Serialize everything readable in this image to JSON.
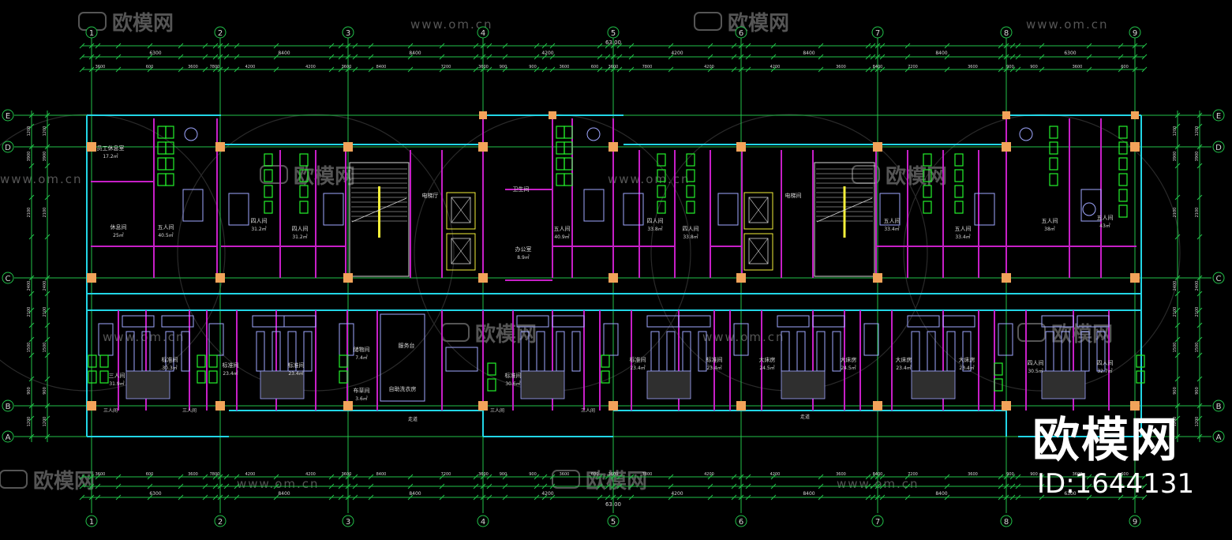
{
  "drawing": {
    "grid_columns": [
      "1",
      "2",
      "3",
      "4",
      "5",
      "6",
      "7",
      "8",
      "9"
    ],
    "grid_rows": [
      "E",
      "D",
      "C",
      "B",
      "A"
    ],
    "top_dims_outer": [
      "6300",
      "8400",
      "8400",
      "8400",
      "6300"
    ],
    "top_dims_inner": [
      "900",
      "3600",
      "600",
      "3600",
      "7800",
      "4200",
      "4200",
      "3600",
      "8400",
      "7200",
      "3600",
      "900"
    ],
    "total_dim": "63.00",
    "left_dims": [
      "1200",
      "3900",
      "2100",
      "2400",
      "2100",
      "1500",
      "900"
    ],
    "rooms_upper": [
      {
        "name": "员工休息室",
        "area": "17.2㎡"
      },
      {
        "name": "休息间",
        "area": "25㎡"
      },
      {
        "name": "五人间",
        "area": "40.5㎡"
      },
      {
        "name": "四人间",
        "area": "31.2㎡"
      },
      {
        "name": "四人间",
        "area": "31.2㎡"
      },
      {
        "name": "电梯厅",
        "area": ""
      },
      {
        "name": "办公室",
        "area": "8.9㎡"
      },
      {
        "name": "卫生间",
        "area": ""
      },
      {
        "name": "五人间",
        "area": "40.9㎡"
      },
      {
        "name": "四人间",
        "area": "33.8㎡"
      },
      {
        "name": "四人间",
        "area": "33.8㎡"
      },
      {
        "name": "电梯间",
        "area": ""
      },
      {
        "name": "五人间",
        "area": "33.4㎡"
      },
      {
        "name": "五人间",
        "area": "33.4㎡"
      },
      {
        "name": "五人间",
        "area": "38㎡"
      },
      {
        "name": "五人间",
        "area": "43㎡"
      }
    ],
    "rooms_lower": [
      {
        "name": "三人间",
        "area": "31.9㎡"
      },
      {
        "name": "标准间",
        "area": "30.3㎡"
      },
      {
        "name": "标准间",
        "area": "23.4㎡"
      },
      {
        "name": "标准间",
        "area": "23.4㎡"
      },
      {
        "name": "储物间",
        "area": "7.4㎡"
      },
      {
        "name": "布草间",
        "area": "3.6㎡"
      },
      {
        "name": "服务台",
        "area": ""
      },
      {
        "name": "自助洗衣房",
        "area": ""
      },
      {
        "name": "标准间",
        "area": "30.6㎡"
      },
      {
        "name": "标准间",
        "area": "23.4㎡"
      },
      {
        "name": "标准间",
        "area": "23.4㎡"
      },
      {
        "name": "大床房",
        "area": "24.5㎡"
      },
      {
        "name": "大床房",
        "area": "24.5㎡"
      },
      {
        "name": "大床房",
        "area": "23.4㎡"
      },
      {
        "name": "大床房",
        "area": "23.4㎡"
      },
      {
        "name": "四人间",
        "area": "30.5㎡"
      },
      {
        "name": "四人间",
        "area": "32.7㎡"
      }
    ],
    "misc_labels": [
      "三人间",
      "三人间",
      "三人间",
      "三人间",
      "走道",
      "走道"
    ]
  },
  "watermark": {
    "brand": "欧模网",
    "url": "www.om.cn",
    "id_text": "ID:1644131"
  },
  "colors": {
    "background": "#000000",
    "grid_line": "#22c24a",
    "wall": "#c71fc7",
    "window": "#22d6e6",
    "column": "#f2a35a",
    "furniture": "#23f32b",
    "fixture": "#9fa7ff",
    "stair": "#f5f03a",
    "text": "#d8d8d8",
    "watermark": "#555555"
  }
}
